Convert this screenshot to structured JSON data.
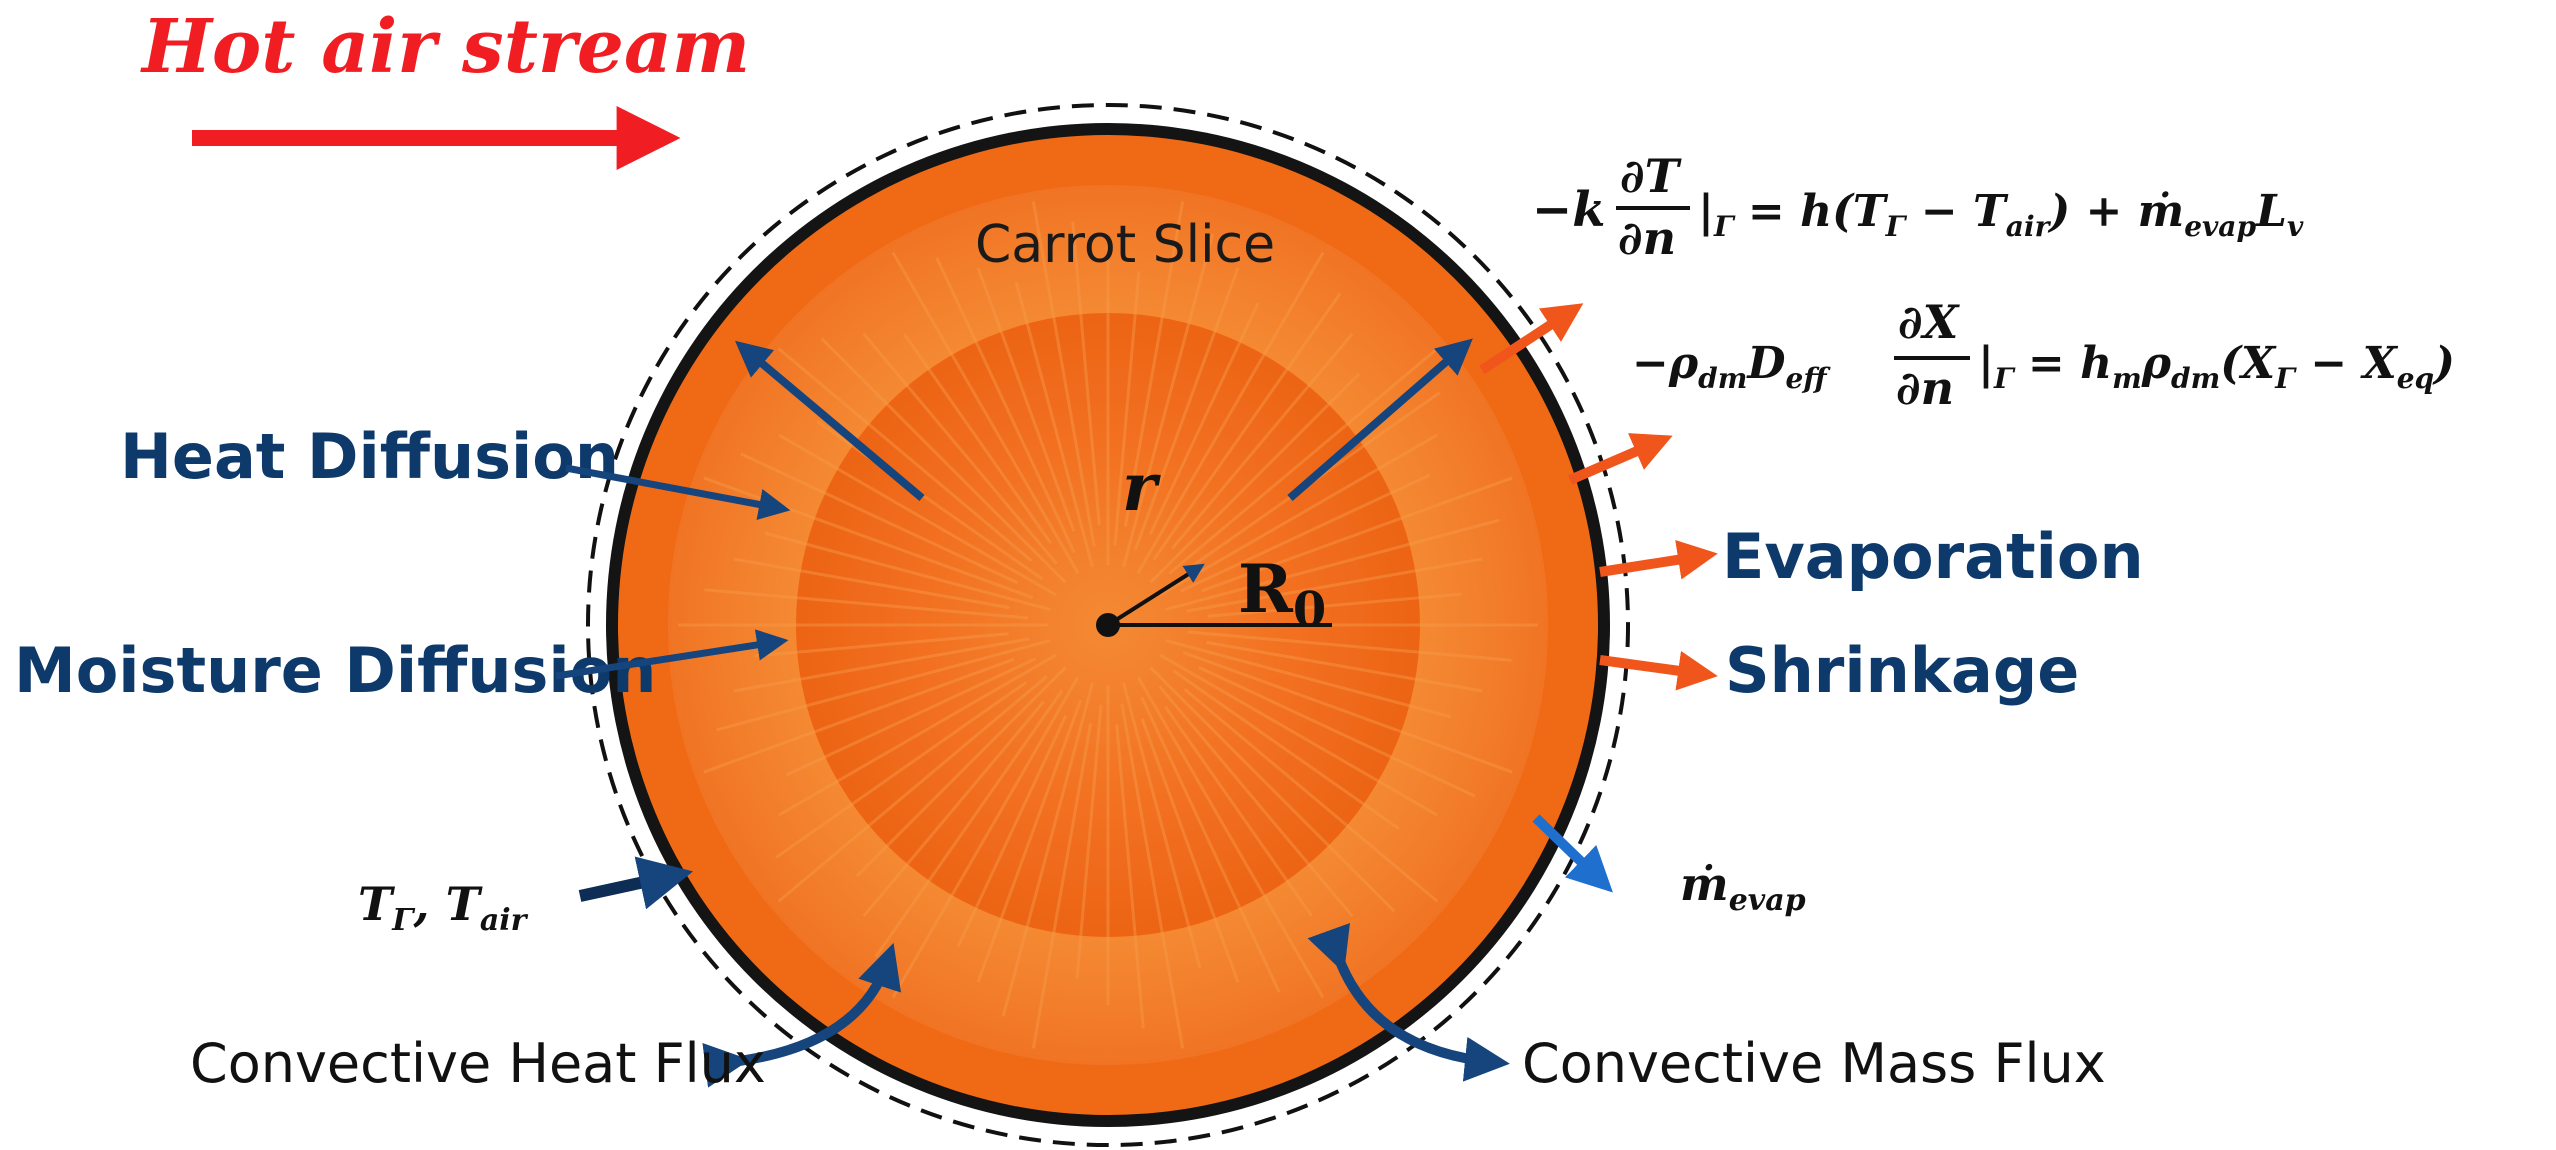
{
  "colors": {
    "hot_air": "#f01e23",
    "label_blue": "#0d3a6b",
    "arrow_blue": "#15457c",
    "arrow_blue_light": "#1f6fcf",
    "arrow_orange": "#f0561c",
    "slice_outer": "#f06a16",
    "slice_ring": "#f4822a",
    "slice_core": "#f26818",
    "rim": "#141414",
    "text_dark": "#111111"
  },
  "header": {
    "hot_air_label": "Hot air stream"
  },
  "slice": {
    "name": "Carrot Slice",
    "radius_var": "r",
    "radius_label_main": "R",
    "radius_label_sub": "0"
  },
  "labels": {
    "heat_diffusion": "Heat Diffusion",
    "moisture_diffusion": "Moisture Diffusion",
    "evaporation": "Evaporation",
    "shrinkage": "Shrinkage",
    "convective_heat_flux": "Convective Heat Flux",
    "convective_mass_flux": "Convective Mass Flux"
  },
  "equations": {
    "heat_bc": {
      "lhs_sign_k": "−k",
      "frac_num": "∂T",
      "frac_den": "∂n",
      "bar": "|",
      "bar_sub": "Γ",
      "rhs_eq": "= h(T",
      "rhs_sub1": "Γ",
      "rhs_minus": " − T",
      "rhs_sub2": "air",
      "rhs_plus": ") + ṁ",
      "rhs_sub3": "evap",
      "rhs_L": "L",
      "rhs_sub4": "v"
    },
    "mass_bc": {
      "rho": "−ρ",
      "rho_sub": "dm",
      "D": "D",
      "D_sub": "eff",
      "frac_num": "∂X",
      "frac_den": "∂n",
      "bar": "|",
      "bar_sub": "Γ",
      "rhs_eq": "= h",
      "rhs_sub_m": "m",
      "rhs_rho": "ρ",
      "rhs_rho_sub": "dm",
      "rhs_open": "(X",
      "rhs_sub_g": "Γ",
      "rhs_minus": " − X",
      "rhs_sub_eq": "eq",
      "rhs_close": ")"
    },
    "temps": {
      "T1": "T",
      "T1_sub": "Γ",
      "comma": ", T",
      "T2_sub": "air"
    },
    "mevap": {
      "m": "ṁ",
      "m_sub": "evap"
    }
  }
}
